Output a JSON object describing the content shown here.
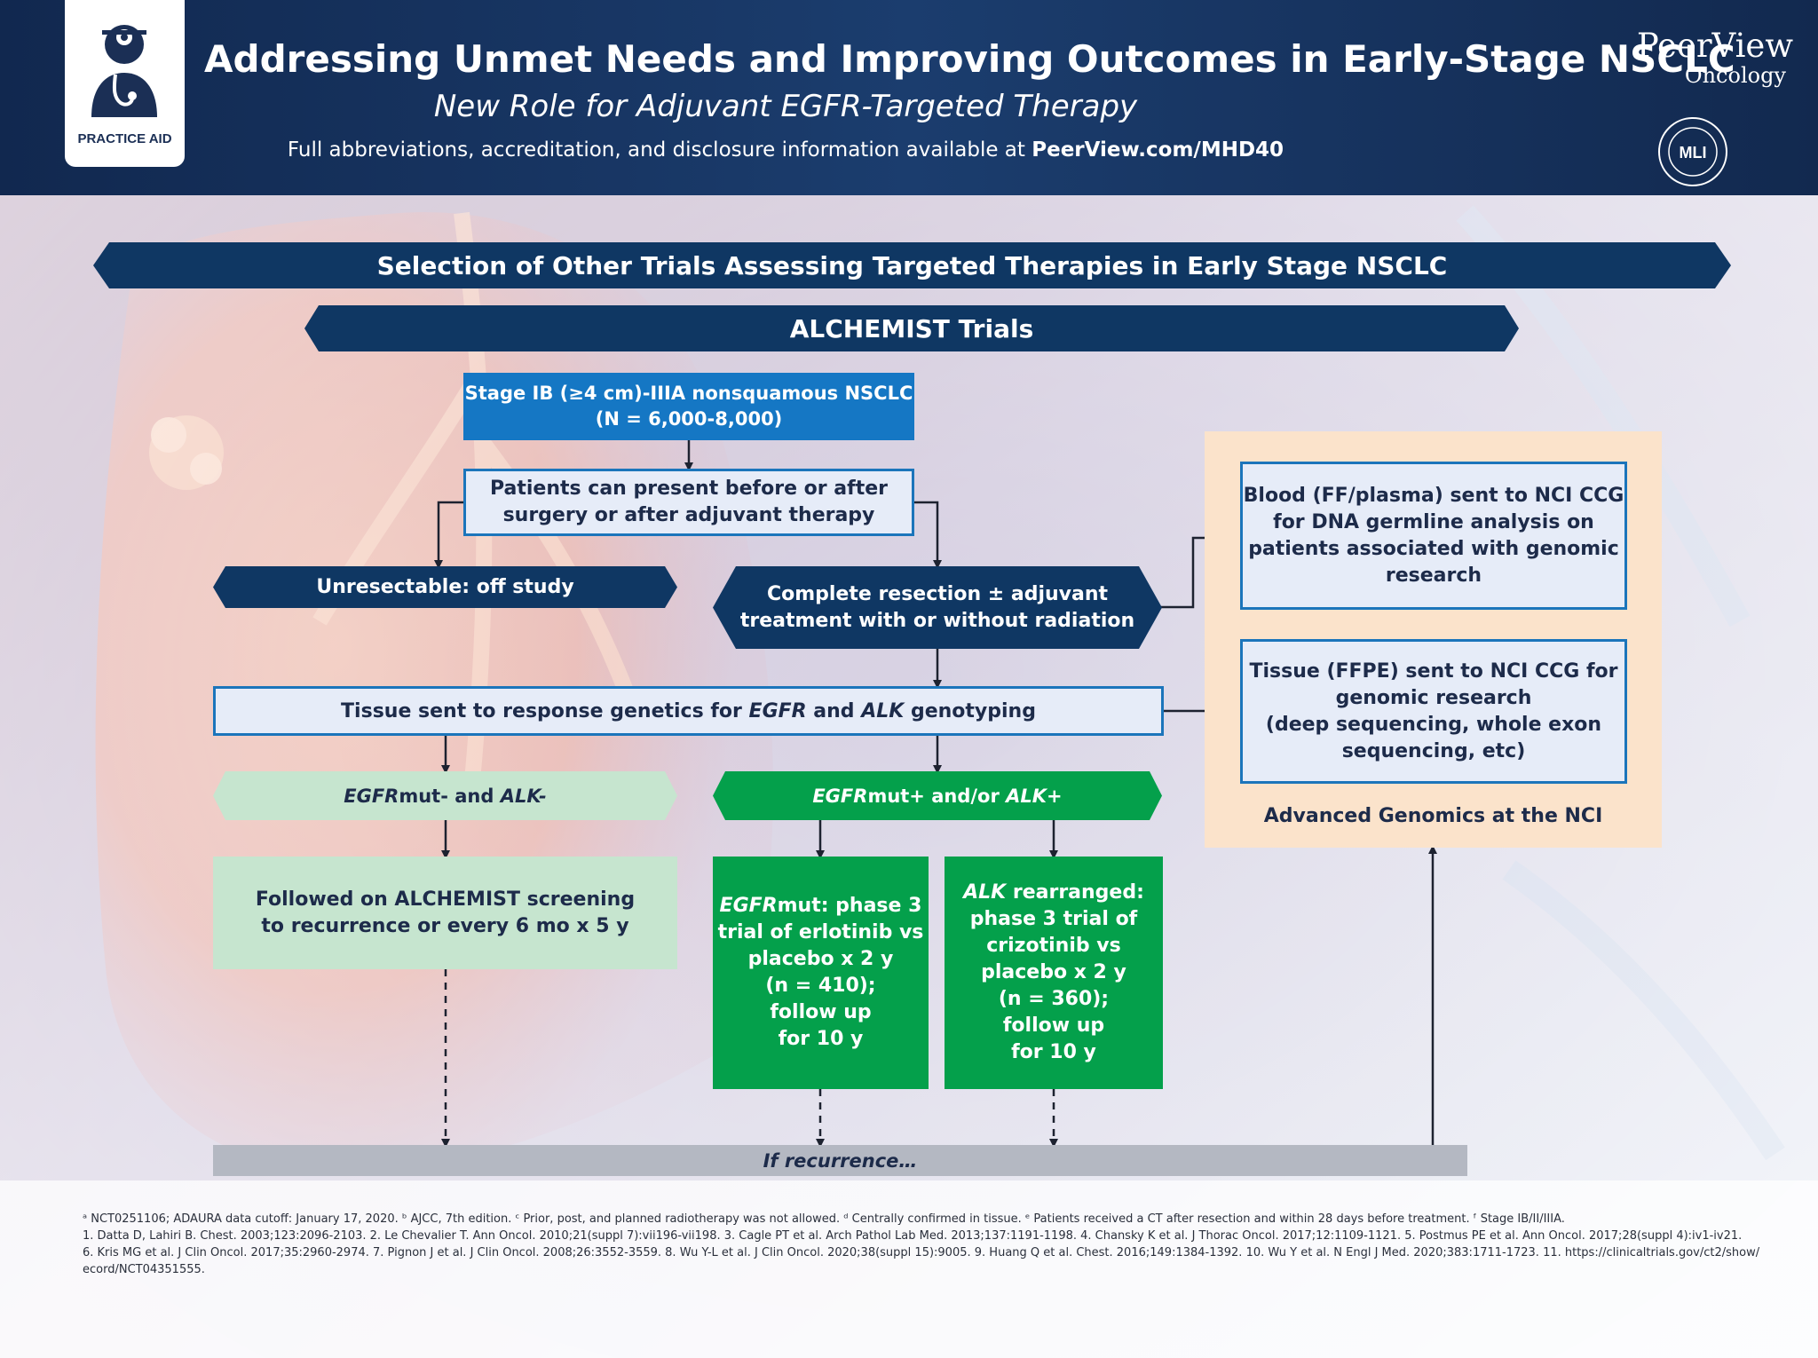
{
  "header": {
    "badge_label": "PRACTICE AID",
    "title": "Addressing Unmet Needs and Improving Outcomes in Early-Stage NSCLC",
    "subtitle": "New Role for Adjuvant EGFR-Targeted Therapy",
    "info_prefix": "Full abbreviations, accreditation, and disclosure information available at",
    "info_link": "PeerView.com/MHD40",
    "brand_name": "PeerView",
    "brand_sub": "Oncology",
    "seal_text": "MLI",
    "colors": {
      "navy": "#11284f",
      "blue": "#1577c4",
      "green": "#04a04b",
      "light_green": "#c6e5cf",
      "peach": "#fbe3cb"
    }
  },
  "banners": {
    "selection": "Selection of Other Trials Assessing Targeted Therapies in Early Stage NSCLC",
    "alchemist": "ALCHEMIST Trials"
  },
  "flow": {
    "stage_line1": "Stage IB (≥4 cm)-IIIA nonsquamous NSCLC",
    "stage_line2": "(N = 6,000-8,000)",
    "present_line1": "Patients can present before or after",
    "present_line2": "surgery or after adjuvant therapy",
    "unresectable": "Unresectable: off study",
    "complete_line1": "Complete resection ± adjuvant",
    "complete_line2": "treatment with or without radiation",
    "tissue_pre": "Tissue sent to response genetics for ",
    "tissue_egfr": "EGFR",
    "tissue_and": " and ",
    "tissue_alk": "ALK",
    "tissue_post": " genotyping",
    "neg_egfr": "EGFR",
    "neg_mid": "mut- and ",
    "neg_alk": "ALK-",
    "pos_egfr": "EGFR",
    "pos_mid": "mut+ and/or ",
    "pos_alk": "ALK+",
    "followed_line1": "Followed on ALCHEMIST screening",
    "followed_line2": "to recurrence or every 6 mo x 5 y",
    "egfr_trial": {
      "gene": "EGFR",
      "l1": "mut: phase 3",
      "l2": "trial of erlotinib vs",
      "l3": "placebo x 2 y",
      "l4": "(n = 410);",
      "l5": "follow up",
      "l6": "for 10 y"
    },
    "alk_trial": {
      "gene": "ALK",
      "l1": " rearranged:",
      "l2": "phase 3 trial of",
      "l3": "crizotinib vs",
      "l4": "placebo x 2 y",
      "l5": "(n = 360);",
      "l6": "follow up",
      "l7": "for 10 y"
    },
    "recurrence": "If recurrence…"
  },
  "genomics": {
    "blood_l1": "Blood (FF/plasma) sent to NCI CCG",
    "blood_l2": "for DNA germline analysis on",
    "blood_l3": "patients associated with genomic",
    "blood_l4": "research",
    "tissue_l1": "Tissue (FFPE) sent to NCI CCG for",
    "tissue_l2": "genomic research",
    "tissue_l3": "(deep sequencing, whole exon",
    "tissue_l4": "sequencing, etc)",
    "label": "Advanced Genomics at the NCI"
  },
  "footnotes": {
    "line1": "ᵃ NCT0251106; ADAURA data cutoff: January 17, 2020. ᵇ AJCC, 7th edition. ᶜ Prior, post, and planned radiotherapy was not allowed. ᵈ Centrally confirmed in tissue. ᵉ Patients received a CT after resection and within 28 days before treatment. ᶠ Stage IB/II/IIIA.",
    "line2": "1. Datta D, Lahiri B. Chest. 2003;123:2096-2103. 2. Le Chevalier T. Ann Oncol. 2010;21(suppl 7):vii196-vii198. 3. Cagle PT et al. Arch Pathol Lab Med. 2013;137:1191-1198. 4. Chansky K et al. J Thorac Oncol. 2017;12:1109-1121. 5. Postmus PE et al. Ann Oncol. 2017;28(suppl 4):iv1-iv21.",
    "line3": "6. Kris MG et al. J Clin Oncol. 2017;35:2960-2974. 7. Pignon J et al. J Clin Oncol. 2008;26:3552-3559. 8. Wu Y-L et al. J Clin Oncol. 2020;38(suppl 15):9005. 9. Huang Q et al. Chest. 2016;149:1384-1392. 10. Wu Y et al. N Engl J Med. 2020;383:1711-1723. 11. https://clinicaltrials.gov/ct2/show/",
    "line4": "ecord/NCT04351555."
  }
}
